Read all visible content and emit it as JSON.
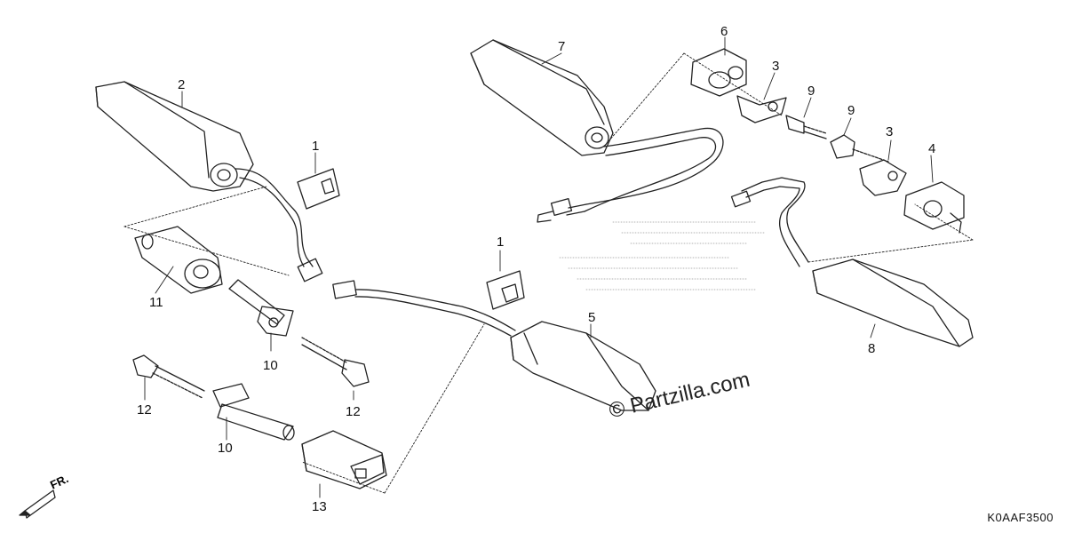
{
  "diagram": {
    "watermark": "© Partzilla.com",
    "code": "K0AAF3500",
    "direction": "FR."
  },
  "callouts": [
    {
      "id": "c2",
      "text": "2"
    },
    {
      "id": "c1a",
      "text": "1"
    },
    {
      "id": "c11",
      "text": "11"
    },
    {
      "id": "c10a",
      "text": "10"
    },
    {
      "id": "c12a",
      "text": "12"
    },
    {
      "id": "c12b",
      "text": "12"
    },
    {
      "id": "c10b",
      "text": "10"
    },
    {
      "id": "c13",
      "text": "13"
    },
    {
      "id": "c1b",
      "text": "1"
    },
    {
      "id": "c5",
      "text": "5"
    },
    {
      "id": "c7",
      "text": "7"
    },
    {
      "id": "c6",
      "text": "6"
    },
    {
      "id": "c3a",
      "text": "3"
    },
    {
      "id": "c9a",
      "text": "9"
    },
    {
      "id": "c9b",
      "text": "9"
    },
    {
      "id": "c3b",
      "text": "3"
    },
    {
      "id": "c4",
      "text": "4"
    },
    {
      "id": "c8",
      "text": "8"
    }
  ]
}
